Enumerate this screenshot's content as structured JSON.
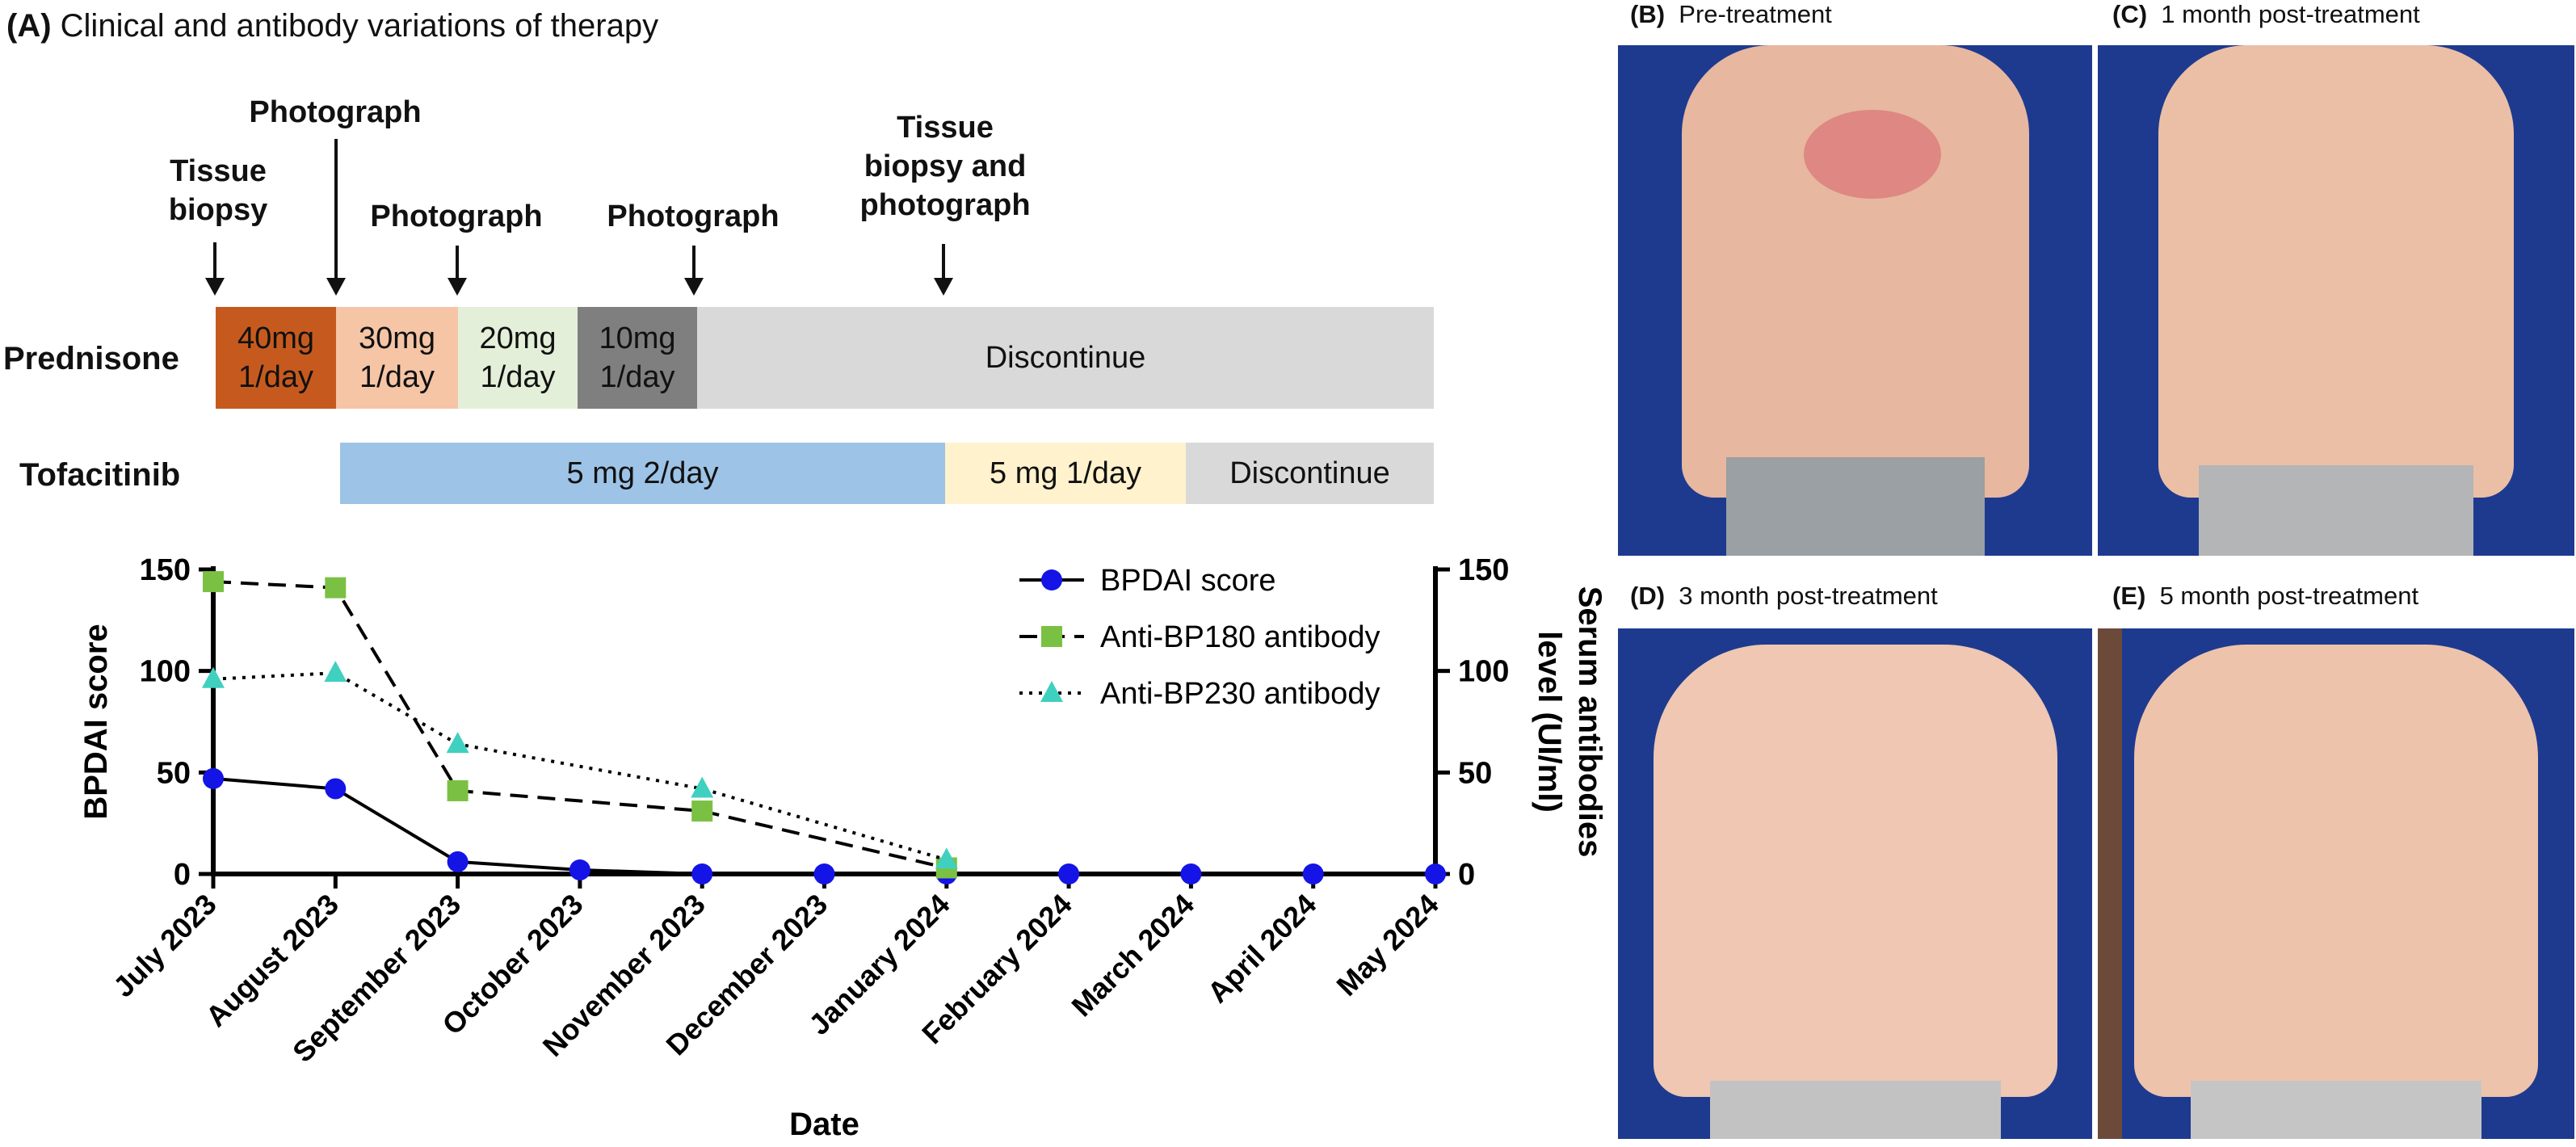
{
  "panel_a": {
    "letter": "(A)",
    "title": "Clinical and antibody variations of therapy"
  },
  "events": {
    "tissue_biopsy_1": "Tissue\nbiopsy",
    "photograph_1": "Photograph",
    "photograph_2": "Photograph",
    "photograph_3": "Photograph",
    "tissue_biopsy_photograph": "Tissue\nbiopsy and\nphotograph"
  },
  "timeline": {
    "prednisone": {
      "label": "Prednisone",
      "segments": [
        {
          "text": "40mg\n1/day",
          "color": "#c65a1e"
        },
        {
          "text": "30mg\n1/day",
          "color": "#f5c5a6"
        },
        {
          "text": "20mg\n1/day",
          "color": "#e4efd9"
        },
        {
          "text": "10mg\n1/day",
          "color": "#7f7f7f"
        },
        {
          "text": "Discontinue",
          "color": "#d9d9d9"
        }
      ]
    },
    "tofacitinib": {
      "label": "Tofacitinib",
      "segments": [
        {
          "text": "5 mg 2/day",
          "color": "#9dc3e6"
        },
        {
          "text": "5 mg 1/day",
          "color": "#fff2cc"
        },
        {
          "text": "Discontinue",
          "color": "#d9d9d9"
        }
      ]
    }
  },
  "chart_data": {
    "type": "line",
    "categories": [
      "July 2023",
      "August 2023",
      "September 2023",
      "October 2023",
      "November 2023",
      "December 2023",
      "January 2024",
      "February 2024",
      "March 2024",
      "April 2024",
      "May 2024"
    ],
    "xlabel": "Date",
    "ylabel": "BPDAI score",
    "ylabel_right": "Serum antibodies\nlevel (UI/ml)",
    "ylim": [
      0,
      150
    ],
    "ylim_right": [
      0,
      150
    ],
    "yticks": [
      "0",
      "50",
      "100",
      "150"
    ],
    "legend_position": "top-right",
    "series": [
      {
        "name": "BPDAI score",
        "axis": "left",
        "marker": "circle",
        "line": "solid",
        "color": "#1414e6",
        "x": [
          0,
          1,
          2,
          3,
          4,
          5,
          6,
          7,
          8,
          9,
          10
        ],
        "values": [
          47,
          42,
          6,
          2,
          0,
          0,
          0,
          0,
          0,
          0,
          0
        ]
      },
      {
        "name": "Anti-BP180 antibody",
        "axis": "right",
        "marker": "square",
        "line": "dashed",
        "color": "#7ac143",
        "x": [
          0,
          1,
          2,
          4,
          6
        ],
        "values": [
          144,
          141,
          41,
          31,
          3
        ]
      },
      {
        "name": "Anti-BP230 antibody",
        "axis": "right",
        "marker": "triangle",
        "line": "dotted",
        "color": "#40d0c0",
        "x": [
          0,
          1,
          2,
          4,
          6
        ],
        "values": [
          96,
          99,
          64,
          42,
          7
        ]
      }
    ]
  },
  "photos": [
    {
      "letter": "(B)",
      "label": "Pre-treatment"
    },
    {
      "letter": "(C)",
      "label": "1 month post-treatment"
    },
    {
      "letter": "(D)",
      "label": "3 month post-treatment"
    },
    {
      "letter": "(E)",
      "label": "5 month post-treatment"
    }
  ]
}
